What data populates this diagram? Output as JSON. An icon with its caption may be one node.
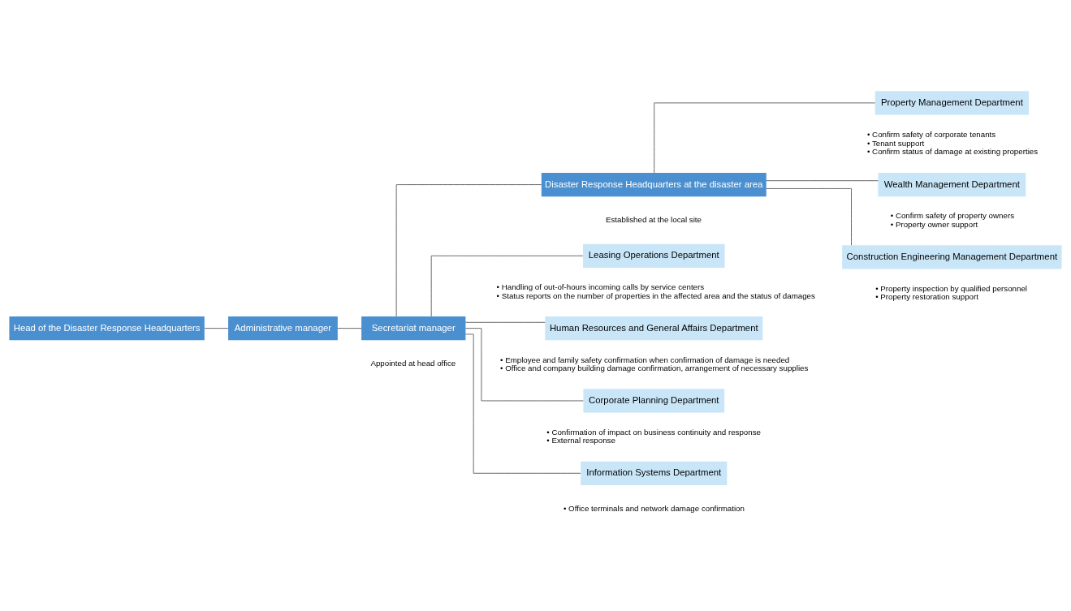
{
  "diagram": {
    "nodes": [
      {
        "text": [
          "Head of the Disaster Response Headquarters"
        ]
      },
      {
        "text": [
          "Administrative manager"
        ]
      },
      {
        "text": [
          "Secretariat manager"
        ],
        "beside": [
          "Appointed at head office"
        ]
      },
      {
        "text": [
          "Disaster Response Headquarters at the disaster area"
        ],
        "beside": [
          "Established at the local site"
        ]
      },
      {
        "text": [
          "Property Management Department"
        ],
        "beside": [
          "• Confirm safety of corporate tenants",
          "• Tenant support",
          "• Confirm status of damage at existing properties"
        ]
      },
      {
        "text": [
          "Wealth Management Department"
        ],
        "beside": [
          "• Confirm safety of property owners",
          "• Property owner support"
        ]
      },
      {
        "text": [
          "Construction Engineering Management Department"
        ],
        "beside": [
          "• Property inspection by qualified personnel",
          "• Property restoration support"
        ]
      },
      {
        "text": [
          "Leasing Operations Department"
        ],
        "beside": [
          "• Handling of out-of-hours incoming calls by service centers",
          "• Status reports on the number of properties in the affected area and the status of damages"
        ]
      },
      {
        "text": [
          "Human Resources and General Affairs Department"
        ],
        "beside": [
          "• Employee and family safety confirmation when confirmation of damage is needed",
          "• Office and company building damage confirmation, arrangement of necessary supplies"
        ]
      },
      {
        "text": [
          "Corporate Planning Department"
        ],
        "beside": [
          "• Confirmation of impact on business continuity and response",
          "• External response"
        ]
      },
      {
        "text": [
          "Information Systems Department"
        ],
        "beside": [
          "• Office terminals and network damage confirmation"
        ]
      }
    ],
    "edges": [
      {
        "from": 0,
        "to": 1,
        "arrow": "none"
      },
      {
        "from": 1,
        "to": 2,
        "arrow": "none"
      },
      {
        "from": 2,
        "to": 3,
        "arrow": "none"
      },
      {
        "from": 3,
        "to": 4,
        "arrow": "none"
      },
      {
        "from": 3,
        "to": 5,
        "arrow": "none"
      },
      {
        "from": 3,
        "to": 6,
        "arrow": "none"
      },
      {
        "from": 2,
        "to": 7,
        "arrow": "none"
      },
      {
        "from": 2,
        "to": 8,
        "arrow": "none"
      },
      {
        "from": 2,
        "to": 9,
        "arrow": "none"
      },
      {
        "from": 2,
        "to": 10,
        "arrow": "none"
      }
    ]
  }
}
